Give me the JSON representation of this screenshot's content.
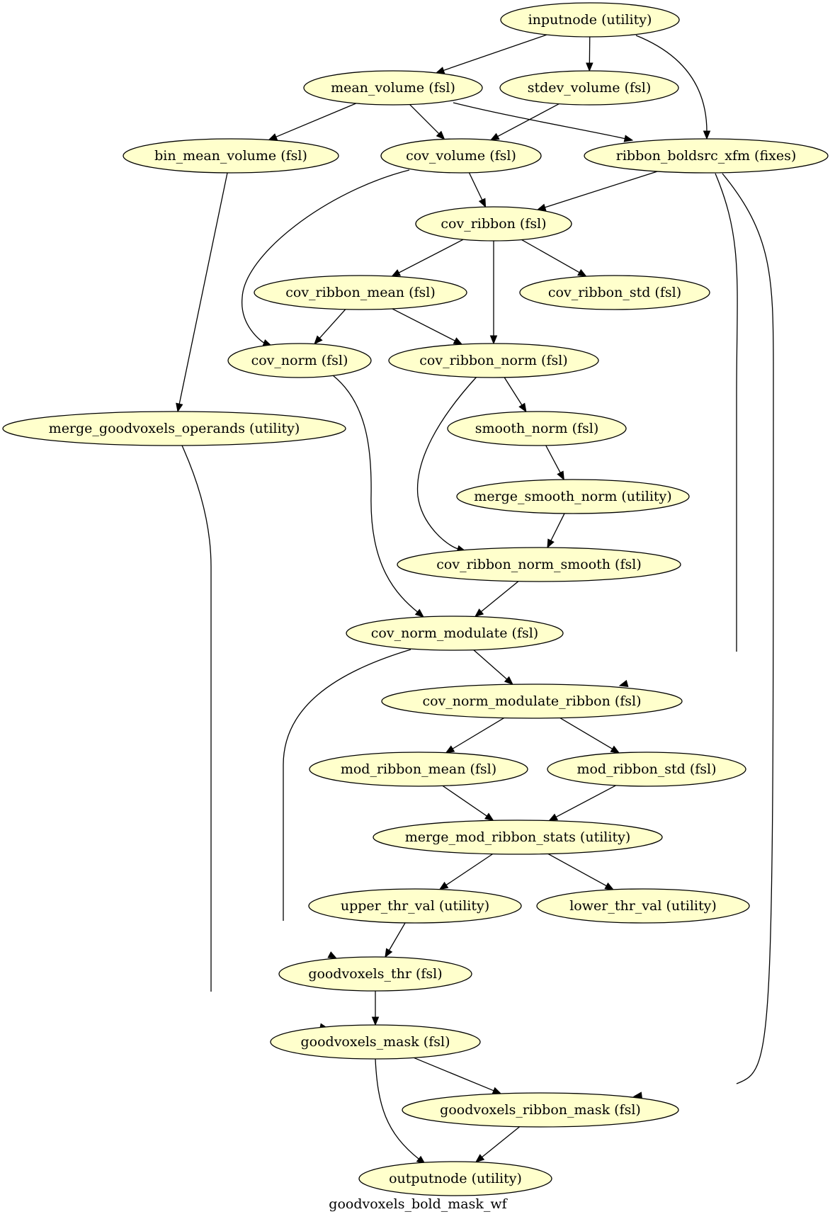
{
  "graph": {
    "caption": "goodvoxels_bold_mask_wf",
    "nodes": [
      {
        "id": "inputnode",
        "label": "inputnode (utility)"
      },
      {
        "id": "mean_volume",
        "label": "mean_volume (fsl)"
      },
      {
        "id": "stdev_volume",
        "label": "stdev_volume (fsl)"
      },
      {
        "id": "bin_mean_volume",
        "label": "bin_mean_volume (fsl)"
      },
      {
        "id": "cov_volume",
        "label": "cov_volume (fsl)"
      },
      {
        "id": "ribbon_boldsrc_xfm",
        "label": "ribbon_boldsrc_xfm (fixes)"
      },
      {
        "id": "cov_ribbon",
        "label": "cov_ribbon (fsl)"
      },
      {
        "id": "cov_ribbon_mean",
        "label": "cov_ribbon_mean (fsl)"
      },
      {
        "id": "cov_ribbon_std",
        "label": "cov_ribbon_std (fsl)"
      },
      {
        "id": "cov_norm",
        "label": "cov_norm (fsl)"
      },
      {
        "id": "cov_ribbon_norm",
        "label": "cov_ribbon_norm (fsl)"
      },
      {
        "id": "merge_goodvoxels_operands",
        "label": "merge_goodvoxels_operands (utility)"
      },
      {
        "id": "smooth_norm",
        "label": "smooth_norm (fsl)"
      },
      {
        "id": "merge_smooth_norm",
        "label": "merge_smooth_norm (utility)"
      },
      {
        "id": "cov_ribbon_norm_smooth",
        "label": "cov_ribbon_norm_smooth (fsl)"
      },
      {
        "id": "cov_norm_modulate",
        "label": "cov_norm_modulate (fsl)"
      },
      {
        "id": "cov_norm_modulate_ribbon",
        "label": "cov_norm_modulate_ribbon (fsl)"
      },
      {
        "id": "mod_ribbon_mean",
        "label": "mod_ribbon_mean (fsl)"
      },
      {
        "id": "mod_ribbon_std",
        "label": "mod_ribbon_std (fsl)"
      },
      {
        "id": "merge_mod_ribbon_stats",
        "label": "merge_mod_ribbon_stats (utility)"
      },
      {
        "id": "upper_thr_val",
        "label": "upper_thr_val (utility)"
      },
      {
        "id": "lower_thr_val",
        "label": "lower_thr_val (utility)"
      },
      {
        "id": "goodvoxels_thr",
        "label": "goodvoxels_thr (fsl)"
      },
      {
        "id": "goodvoxels_mask",
        "label": "goodvoxels_mask (fsl)"
      },
      {
        "id": "goodvoxels_ribbon_mask",
        "label": "goodvoxels_ribbon_mask (fsl)"
      },
      {
        "id": "outputnode",
        "label": "outputnode (utility)"
      }
    ],
    "edges": [
      {
        "from": "inputnode",
        "to": "mean_volume"
      },
      {
        "from": "inputnode",
        "to": "stdev_volume"
      },
      {
        "from": "inputnode",
        "to": "ribbon_boldsrc_xfm"
      },
      {
        "from": "mean_volume",
        "to": "bin_mean_volume"
      },
      {
        "from": "mean_volume",
        "to": "cov_volume"
      },
      {
        "from": "mean_volume",
        "to": "ribbon_boldsrc_xfm"
      },
      {
        "from": "stdev_volume",
        "to": "cov_volume"
      },
      {
        "from": "bin_mean_volume",
        "to": "merge_goodvoxels_operands"
      },
      {
        "from": "cov_volume",
        "to": "cov_ribbon"
      },
      {
        "from": "cov_volume",
        "to": "cov_norm"
      },
      {
        "from": "ribbon_boldsrc_xfm",
        "to": "cov_ribbon"
      },
      {
        "from": "ribbon_boldsrc_xfm",
        "to": "cov_norm_modulate_ribbon"
      },
      {
        "from": "ribbon_boldsrc_xfm",
        "to": "goodvoxels_ribbon_mask"
      },
      {
        "from": "cov_ribbon",
        "to": "cov_ribbon_mean"
      },
      {
        "from": "cov_ribbon",
        "to": "cov_ribbon_std"
      },
      {
        "from": "cov_ribbon",
        "to": "cov_ribbon_norm"
      },
      {
        "from": "cov_ribbon_mean",
        "to": "cov_norm"
      },
      {
        "from": "cov_ribbon_mean",
        "to": "cov_ribbon_norm"
      },
      {
        "from": "cov_norm",
        "to": "cov_norm_modulate"
      },
      {
        "from": "cov_ribbon_norm",
        "to": "smooth_norm"
      },
      {
        "from": "cov_ribbon_norm",
        "to": "cov_ribbon_norm_smooth"
      },
      {
        "from": "merge_goodvoxels_operands",
        "to": "goodvoxels_mask"
      },
      {
        "from": "smooth_norm",
        "to": "merge_smooth_norm"
      },
      {
        "from": "merge_smooth_norm",
        "to": "cov_ribbon_norm_smooth"
      },
      {
        "from": "cov_ribbon_norm_smooth",
        "to": "cov_norm_modulate"
      },
      {
        "from": "cov_norm_modulate",
        "to": "cov_norm_modulate_ribbon"
      },
      {
        "from": "cov_norm_modulate",
        "to": "goodvoxels_thr"
      },
      {
        "from": "cov_norm_modulate_ribbon",
        "to": "mod_ribbon_mean"
      },
      {
        "from": "cov_norm_modulate_ribbon",
        "to": "mod_ribbon_std"
      },
      {
        "from": "mod_ribbon_mean",
        "to": "merge_mod_ribbon_stats"
      },
      {
        "from": "mod_ribbon_std",
        "to": "merge_mod_ribbon_stats"
      },
      {
        "from": "merge_mod_ribbon_stats",
        "to": "upper_thr_val"
      },
      {
        "from": "merge_mod_ribbon_stats",
        "to": "lower_thr_val"
      },
      {
        "from": "upper_thr_val",
        "to": "goodvoxels_thr"
      },
      {
        "from": "goodvoxels_thr",
        "to": "goodvoxels_mask"
      },
      {
        "from": "goodvoxels_mask",
        "to": "goodvoxels_ribbon_mask"
      },
      {
        "from": "goodvoxels_mask",
        "to": "outputnode"
      },
      {
        "from": "goodvoxels_ribbon_mask",
        "to": "outputnode"
      }
    ],
    "colors": {
      "node_fill": "#ffffcc",
      "stroke": "#000000",
      "background": "#ffffff"
    }
  }
}
